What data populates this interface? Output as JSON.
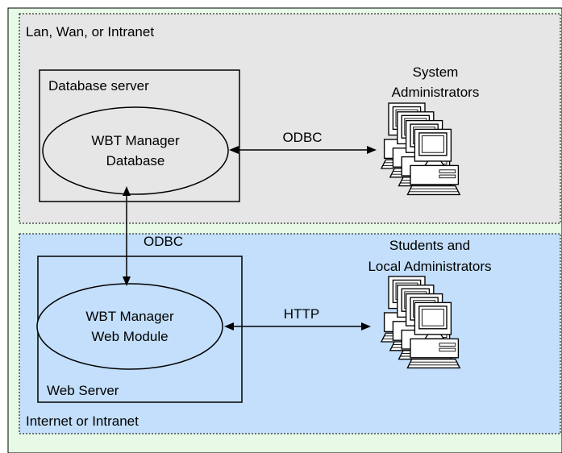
{
  "zones": {
    "upper": {
      "label": "Lan, Wan, or Intranet",
      "fill": "#e6e6e6"
    },
    "lower": {
      "label": "Internet or Intranet",
      "fill": "#c3dffb"
    },
    "outer_fill": "#e6fae6"
  },
  "nodes": {
    "database_server": {
      "box_label": "Database server",
      "ellipse_lines": [
        "WBT Manager",
        "Database"
      ]
    },
    "web_server": {
      "box_label": "Web Server",
      "ellipse_lines": [
        "WBT Manager",
        "Web Module"
      ]
    },
    "system_admins": {
      "label_lines": [
        "System",
        "Administrators"
      ],
      "icon": "computer-cluster-icon"
    },
    "students": {
      "label_lines": [
        "Students and",
        "Local Administrators"
      ],
      "icon": "computer-cluster-icon"
    }
  },
  "connections": {
    "db_to_admins": "ODBC",
    "db_to_web": "ODBC",
    "web_to_students": "HTTP"
  }
}
